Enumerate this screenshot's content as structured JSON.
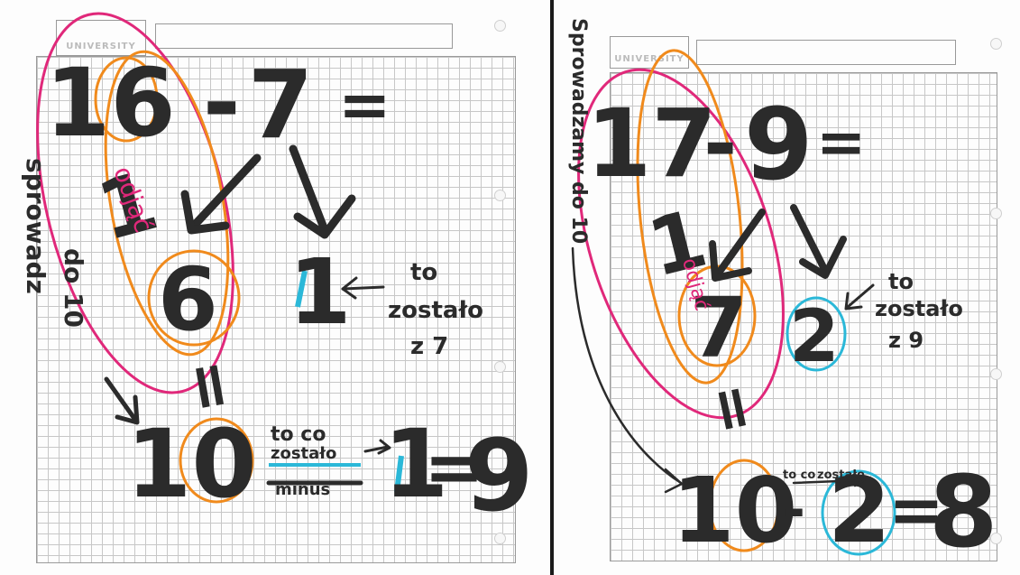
{
  "left_page": {
    "logo_text": "UNIVERSITY",
    "equation": {
      "minuend": "16",
      "minus": "-",
      "subtrahend": "7",
      "equals": "="
    },
    "split": {
      "tens_part": "1",
      "ones_part": "6",
      "remainder": "1"
    },
    "labels": {
      "odjac": "odjąć",
      "sprowadz": "sprowadz",
      "do10": "do 10",
      "to": "to",
      "zostalo": "zostało",
      "z7": "z 7",
      "to_co": "to co",
      "zostalo2": "zostało",
      "minus_word": "minus"
    },
    "result": {
      "ten": "10",
      "equals_sign": "=",
      "remainder": "1",
      "eq": "=",
      "answer": "9"
    }
  },
  "right_page": {
    "logo_text": "UNIVERSITY",
    "equation": {
      "minuend": "17",
      "minus": "-",
      "subtrahend": "9",
      "equals": "="
    },
    "split": {
      "tens_part": "1",
      "ones_part": "7",
      "remainder": "2"
    },
    "labels": {
      "sprowadz_do10": "Sprowadzamy do 10",
      "odjac": "odjąć",
      "to": "to",
      "zostalo": "zostało",
      "z9": "z 9",
      "to_co": "to co",
      "zostalo2": "zostało"
    },
    "result": {
      "ten": "10",
      "minus": "-",
      "remainder": "2",
      "eq": "=",
      "answer": "8"
    }
  },
  "colors": {
    "ink": "#2b2b2b",
    "pink": "#e0287a",
    "orange": "#f08a1c",
    "cyan": "#2bb8d8",
    "yellow": "#f3e27a"
  }
}
